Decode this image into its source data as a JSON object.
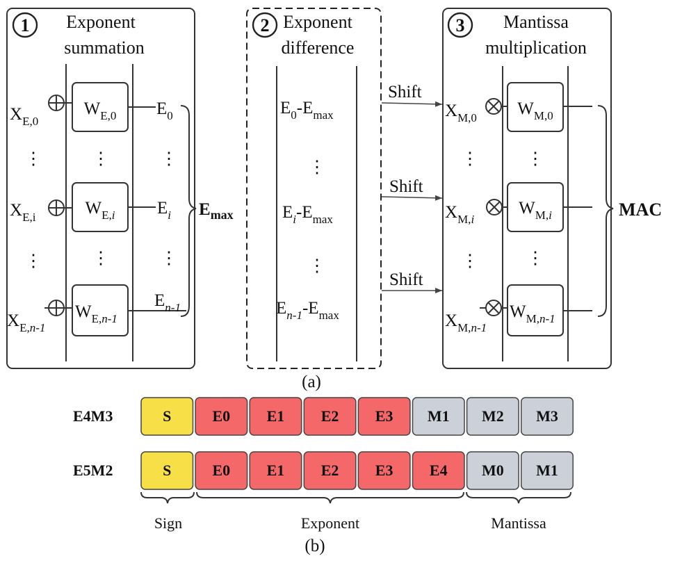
{
  "diagram_a": {
    "caption": "(a)",
    "panel1": {
      "num": "1",
      "title_line1": "Exponent",
      "title_line2": "summation",
      "rows": [
        {
          "x_main": "X",
          "x_sub": "E,0",
          "x_sub_i": "",
          "w_main": "W",
          "w_sub": "E,0",
          "w_sub_i": "",
          "e_main": "E",
          "e_sub": "0",
          "e_sub_i": ""
        },
        {
          "x_main": "X",
          "x_sub": "E,i",
          "x_sub_i": "",
          "w_main": "W",
          "w_sub": "E,",
          "w_sub_i": "i",
          "e_main": "E",
          "e_sub": "",
          "e_sub_i": "i"
        },
        {
          "x_main": "X",
          "x_sub": "E,",
          "x_sub_i": "n-1",
          "w_main": "W",
          "w_sub": "E,",
          "w_sub_i": "n-1",
          "e_main": "E",
          "e_sub": "",
          "e_sub_i": "n-1"
        }
      ],
      "output_main": "E",
      "output_sub": "max",
      "dots": "⋮"
    },
    "panel2": {
      "num": "2",
      "title_line1": "Exponent",
      "title_line2": "difference",
      "rows": [
        {
          "pre": "E",
          "pre_sub": "0",
          "pre_sub_i": "",
          "mid": "-E",
          "post_sub": "max"
        },
        {
          "pre": "E",
          "pre_sub": "",
          "pre_sub_i": "i",
          "mid": "-E",
          "post_sub": "max"
        },
        {
          "pre": "E",
          "pre_sub": "",
          "pre_sub_i": "n-1",
          "mid": "-E",
          "post_sub": "max"
        }
      ],
      "shift_label": "Shift"
    },
    "panel3": {
      "num": "3",
      "title_line1": "Mantissa",
      "title_line2": "multiplication",
      "rows": [
        {
          "x_main": "X",
          "x_sub": "M,0",
          "x_sub_i": "",
          "w_main": "W",
          "w_sub": "M,0",
          "w_sub_i": ""
        },
        {
          "x_main": "X",
          "x_sub": "M,",
          "x_sub_i": "i",
          "w_main": "W",
          "w_sub": "M,",
          "w_sub_i": "i"
        },
        {
          "x_main": "X",
          "x_sub": "M,",
          "x_sub_i": "n-1",
          "w_main": "W",
          "w_sub": "M,",
          "w_sub_i": "n-1"
        }
      ],
      "output": "MAC"
    }
  },
  "diagram_b": {
    "caption": "(b)",
    "formats": [
      {
        "label": "E4M3",
        "cells": [
          {
            "text": "S",
            "kind": "sign"
          },
          {
            "text": "E0",
            "kind": "exp"
          },
          {
            "text": "E1",
            "kind": "exp"
          },
          {
            "text": "E2",
            "kind": "exp"
          },
          {
            "text": "E3",
            "kind": "exp"
          },
          {
            "text": "M1",
            "kind": "man"
          },
          {
            "text": "M2",
            "kind": "man"
          },
          {
            "text": "M3",
            "kind": "man"
          }
        ]
      },
      {
        "label": "E5M2",
        "cells": [
          {
            "text": "S",
            "kind": "sign"
          },
          {
            "text": "E0",
            "kind": "exp"
          },
          {
            "text": "E1",
            "kind": "exp"
          },
          {
            "text": "E2",
            "kind": "exp"
          },
          {
            "text": "E3",
            "kind": "exp"
          },
          {
            "text": "E4",
            "kind": "exp"
          },
          {
            "text": "M0",
            "kind": "man"
          },
          {
            "text": "M1",
            "kind": "man"
          }
        ]
      }
    ],
    "groups": [
      "Sign",
      "Exponent",
      "Mantissa"
    ],
    "colors": {
      "sign": "#f7df47",
      "exp": "#f5686a",
      "man": "#ccd1d9"
    }
  }
}
